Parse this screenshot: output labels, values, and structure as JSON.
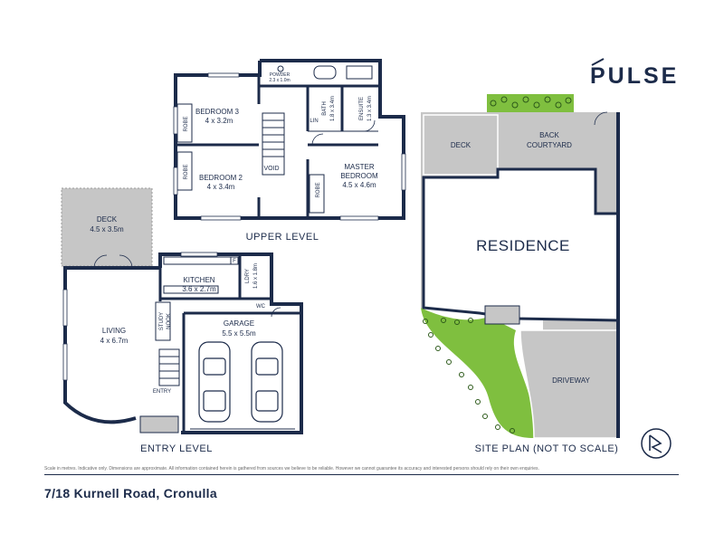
{
  "brand": {
    "logo": "PULSE",
    "icon": "pulse-logo-mark"
  },
  "upper_level": {
    "title": "UPPER LEVEL",
    "rooms": {
      "bedroom3": {
        "name": "BEDROOM 3",
        "size": "4 x 3.2m"
      },
      "bedroom2": {
        "name": "BEDROOM 2",
        "size": "4 x 3.4m"
      },
      "master": {
        "name": "MASTER",
        "name2": "BEDROOM",
        "size": "4.5 x 4.6m"
      },
      "bath": {
        "name": "BATH",
        "size": "1.8 x 3.4m"
      },
      "ensuite": {
        "name": "ENSUITE",
        "size": "1.3 x 3.4m"
      },
      "powder": {
        "name": "POWDER",
        "size": "2.3 x 1.0m"
      },
      "robe1": "ROBE",
      "robe2": "ROBE",
      "robe3": "ROBE",
      "linen": "LIN",
      "void": "VOID"
    }
  },
  "entry_level": {
    "title": "ENTRY LEVEL",
    "rooms": {
      "deck": {
        "name": "DECK",
        "size": "4.5 x 3.5m"
      },
      "kitchen": {
        "name": "KITCHEN",
        "size": "3.6 x 2.7m"
      },
      "laundry": {
        "name": "LDRY",
        "size": "1.6 x 1.8m"
      },
      "living": {
        "name": "LIVING",
        "size": "4 x 6.7m"
      },
      "study": {
        "name": "STUDY",
        "name2": "NOOK"
      },
      "garage": {
        "name": "GARAGE",
        "size": "5.5 x 5.5m"
      },
      "wc": "WC",
      "entry": "ENTRY",
      "fridge": "F"
    }
  },
  "site_plan": {
    "title": "SITE PLAN (NOT TO SCALE)",
    "residence": "RESIDENCE",
    "deck": "DECK",
    "back": "BACK",
    "courtyard": "COURTYARD",
    "driveway": "DRIVEWAY",
    "colors": {
      "lawn": "#7fbf3f",
      "paving": "#c6c6c6"
    }
  },
  "disclaimer": "Scale in metres. Indicative only. Dimensions are approximate. All information contained herein is gathered from sources we believe to be reliable. However we cannot guarantee its accuracy and interested persons should rely on their own enquiries.",
  "address": "7/18 Kurnell Road, Cronulla",
  "colors": {
    "brand": "#1c2b4a",
    "deck": "#c6c6c6",
    "lawn": "#7fbf3f"
  }
}
